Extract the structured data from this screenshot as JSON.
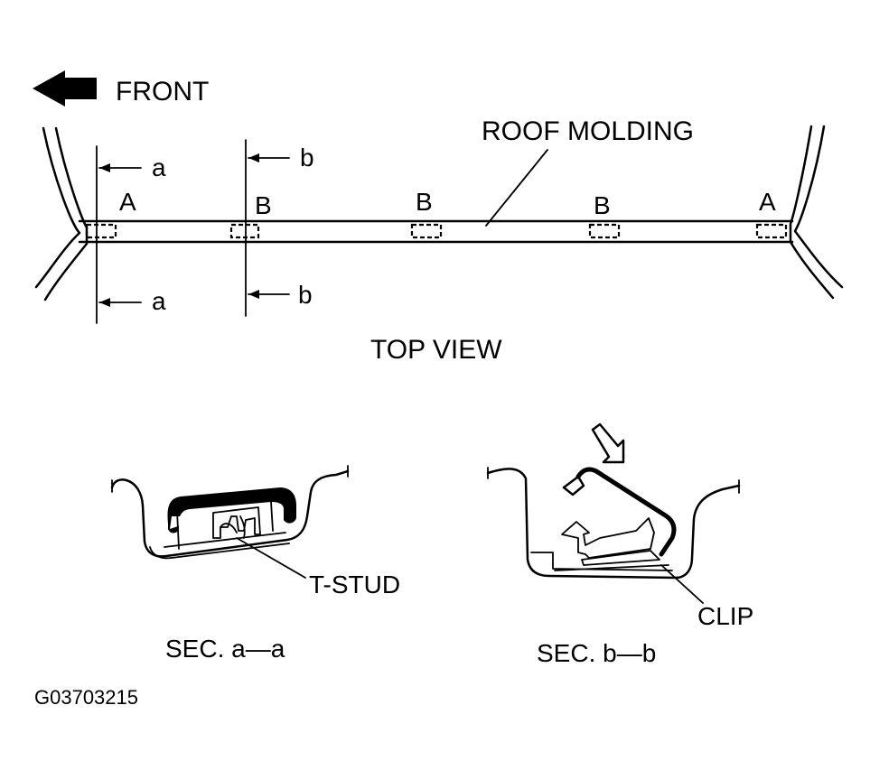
{
  "labels": {
    "front": "FRONT",
    "roof_molding": "ROOF MOLDING",
    "top_view": "TOP VIEW",
    "sec_a_top": "a",
    "sec_a_bottom": "a",
    "sec_b_top": "b",
    "sec_b_bottom": "b",
    "clip_a_left": "A",
    "clip_b_1": "B",
    "clip_b_2": "B",
    "clip_b_3": "B",
    "clip_a_right": "A",
    "t_stud": "T-STUD",
    "clip": "CLIP",
    "sec_aa": "SEC. a—a",
    "sec_bb": "SEC. b—b",
    "figure_code": "G03703215"
  },
  "icons": {
    "front_arrow": "arrow-left-icon",
    "press_arrow": "arrow-down-left-icon"
  }
}
